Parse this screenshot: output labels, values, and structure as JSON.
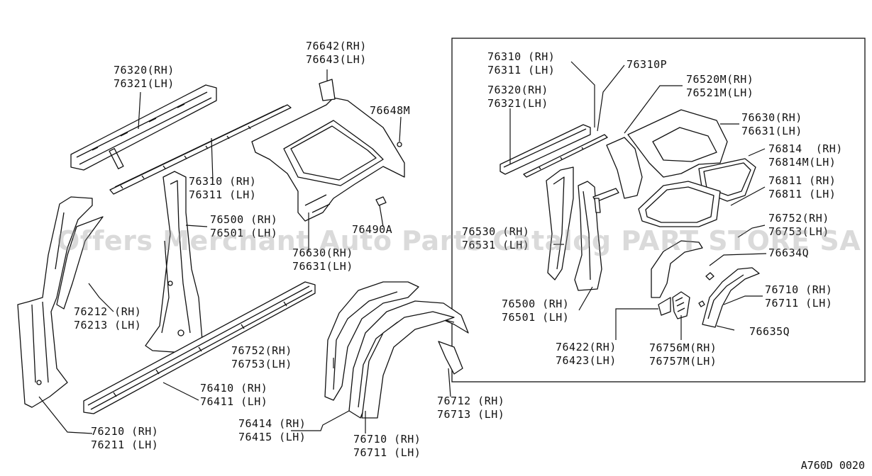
{
  "watermark": "Offers Merchant Auto Parts Catalog PART STORE SA",
  "diagram_code": "A760D 0020",
  "labels": {
    "l76642": {
      "line1": "76642(RH)",
      "line2": "76643(LH)"
    },
    "l76320a": {
      "line1": "76320(RH)",
      "line2": "76321(LH)"
    },
    "l76648": {
      "line1": "76648M"
    },
    "l76310a": {
      "line1": "76310 (RH)",
      "line2": "76311 (LH)"
    },
    "l76500a": {
      "line1": "76500 (RH)",
      "line2": "76501 (LH)"
    },
    "l76490": {
      "line1": "76490A"
    },
    "l76630a": {
      "line1": "76630(RH)",
      "line2": "76631(LH)"
    },
    "l76212": {
      "line1": "76212 (RH)",
      "line2": "76213 (LH)"
    },
    "l76752a": {
      "line1": "76752(RH)",
      "line2": "76753(LH)"
    },
    "l76410": {
      "line1": "76410 (RH)",
      "line2": "76411 (LH)"
    },
    "l76210": {
      "line1": "76210 (RH)",
      "line2": "76211 (LH)"
    },
    "l76414": {
      "line1": "76414 (RH)",
      "line2": "76415 (LH)"
    },
    "l76710a": {
      "line1": "76710 (RH)",
      "line2": "76711 (LH)"
    },
    "l76712": {
      "line1": "76712 (RH)",
      "line2": "76713 (LH)"
    },
    "l76310b": {
      "line1": "76310 (RH)",
      "line2": "76311 (LH)"
    },
    "l76310p": {
      "line1": "76310P"
    },
    "l76320b": {
      "line1": "76320(RH)",
      "line2": "76321(LH)"
    },
    "l76520": {
      "line1": "76520M(RH)",
      "line2": "76521M(LH)"
    },
    "l76630b": {
      "line1": "76630(RH)",
      "line2": "76631(LH)"
    },
    "l76814": {
      "line1": "76814  (RH)",
      "line2": "76814M(LH)"
    },
    "l76811": {
      "line1": "76811 (RH)",
      "line2": "76811 (LH)"
    },
    "l76752b": {
      "line1": "76752(RH)",
      "line2": "76753(LH)"
    },
    "l76530": {
      "line1": "76530 (RH)",
      "line2": "76531 (LH)"
    },
    "l76634": {
      "line1": "76634Q"
    },
    "l76710b": {
      "line1": "76710 (RH)",
      "line2": "76711 (LH)"
    },
    "l76500b": {
      "line1": "76500 (RH)",
      "line2": "76501 (LH)"
    },
    "l76635": {
      "line1": "76635Q"
    },
    "l76422": {
      "line1": "76422(RH)",
      "line2": "76423(LH)"
    },
    "l76756": {
      "line1": "76756M(RH)",
      "line2": "76757M(LH)"
    }
  }
}
